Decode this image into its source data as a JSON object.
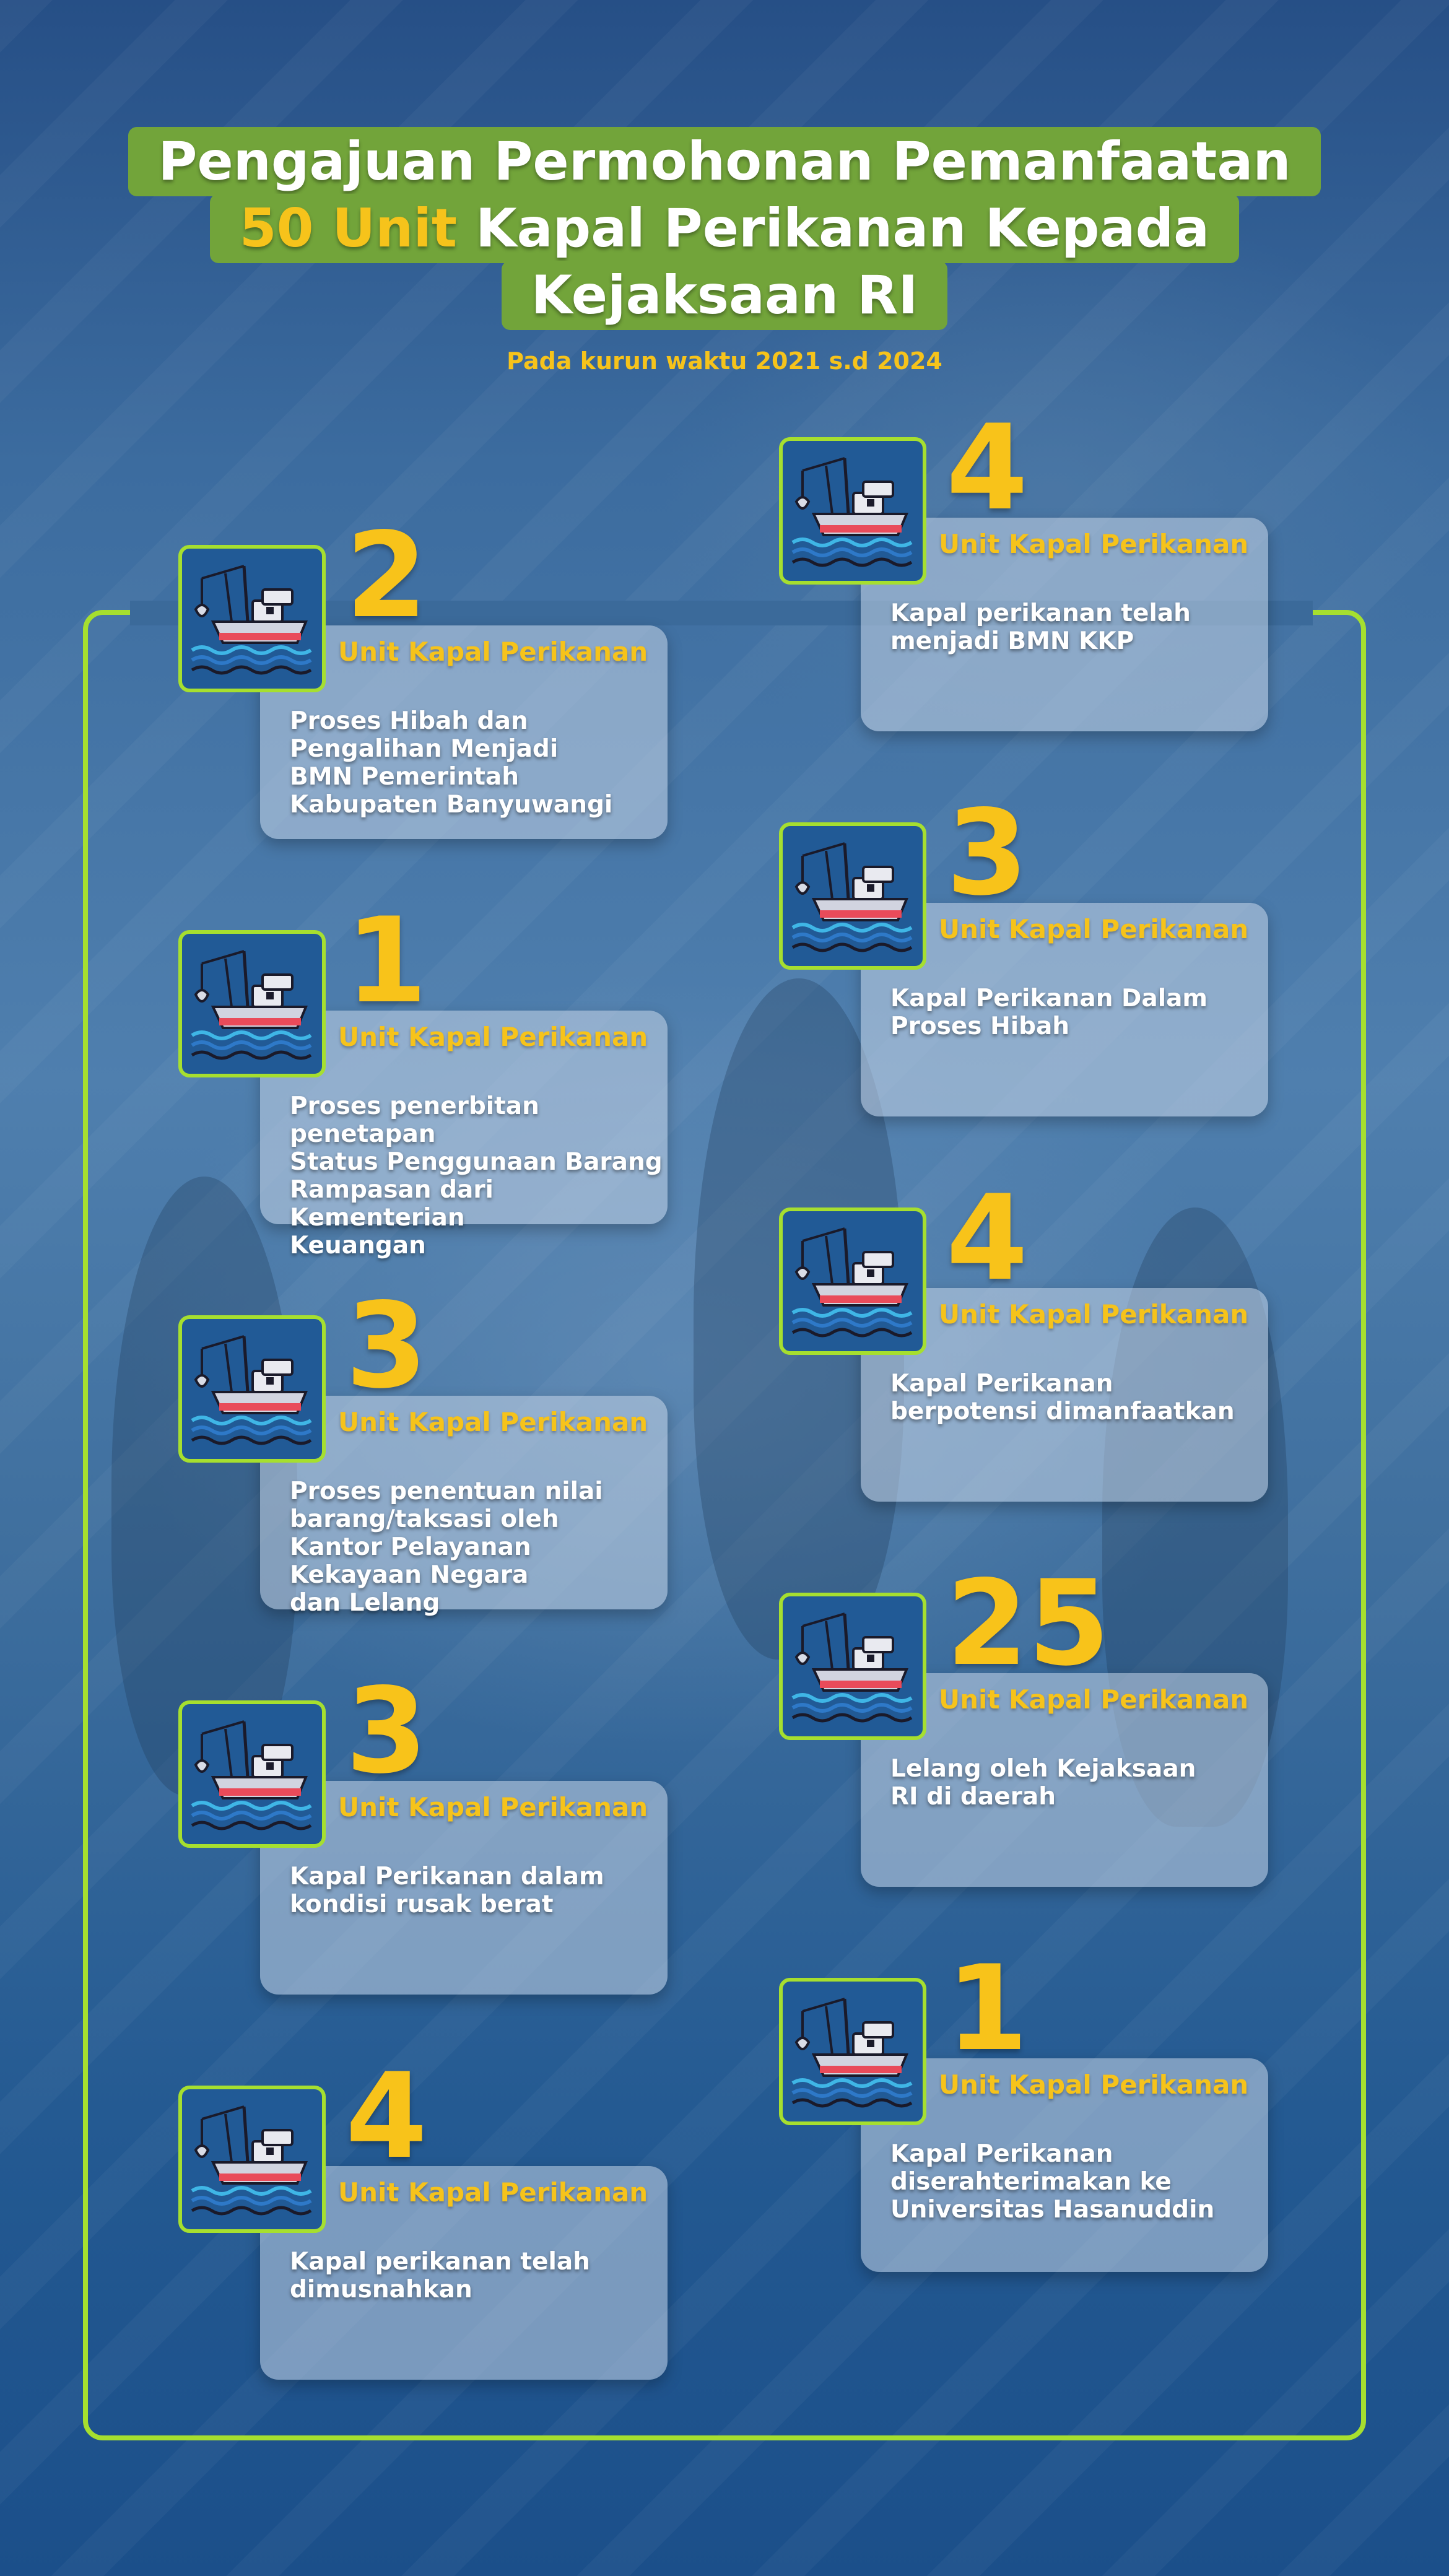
{
  "header": {
    "title_line1": "Pengajuan Permohonan Pemanfaatan",
    "title_line2_highlight": "50 Unit",
    "title_line2_rest": " Kapal Perikanan Kepada",
    "title_line3": "Kejaksaan RI",
    "subtitle": "Pada kurun waktu 2021 s.d 2024"
  },
  "colors": {
    "accent_green": "#a6df2f",
    "title_bg_green": "#72a43a",
    "highlight_yellow": "#f6c31b"
  },
  "icon": "fishing-boat-icon",
  "left_column": [
    {
      "number": "2",
      "unit": "Unit Kapal Perikanan",
      "desc": "Proses Hibah dan\nPengalihan Menjadi\nBMN Pemerintah\nKabupaten Banyuwangi"
    },
    {
      "number": "1",
      "unit": "Unit Kapal Perikanan",
      "desc": "Proses penerbitan penetapan\nStatus Penggunaan Barang\nRampasan dari Kementerian\nKeuangan"
    },
    {
      "number": "3",
      "unit": "Unit Kapal Perikanan",
      "desc": "Proses penentuan nilai\nbarang/taksasi oleh\nKantor Pelayanan\nKekayaan Negara\ndan Lelang"
    },
    {
      "number": "3",
      "unit": "Unit Kapal Perikanan",
      "desc": "Kapal Perikanan dalam\nkondisi rusak berat"
    },
    {
      "number": "4",
      "unit": "Unit Kapal Perikanan",
      "desc": "Kapal perikanan telah\ndimusnahkan"
    }
  ],
  "right_column": [
    {
      "number": "4",
      "unit": "Unit Kapal Perikanan",
      "desc": "Kapal perikanan telah\nmenjadi BMN KKP"
    },
    {
      "number": "3",
      "unit": "Unit Kapal Perikanan",
      "desc": "Kapal Perikanan Dalam\nProses Hibah"
    },
    {
      "number": "4",
      "unit": "Unit Kapal Perikanan",
      "desc": "Kapal Perikanan\nberpotensi dimanfaatkan"
    },
    {
      "number": "25",
      "unit": "Unit Kapal Perikanan",
      "desc": "Lelang oleh Kejaksaan\nRI di daerah"
    },
    {
      "number": "1",
      "unit": "Unit Kapal Perikanan",
      "desc": "Kapal Perikanan\ndiserahterimakan ke\nUniversitas Hasanuddin"
    }
  ]
}
